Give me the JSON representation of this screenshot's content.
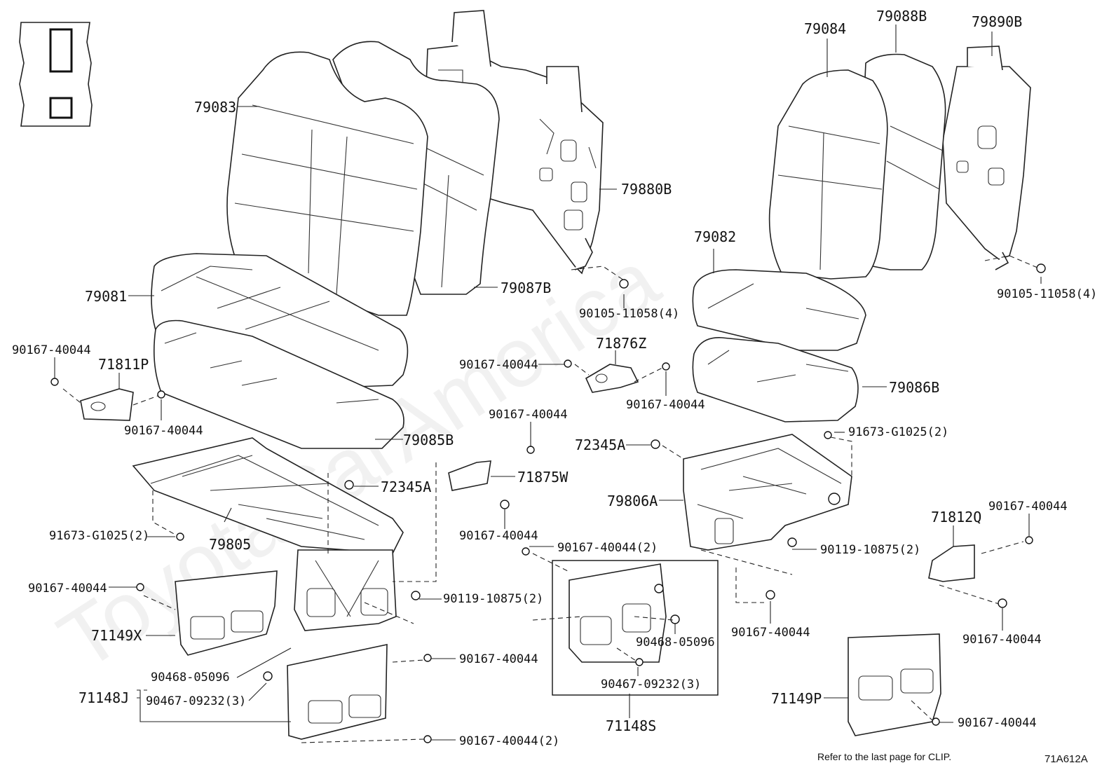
{
  "diagram_code": "71A612A",
  "footer_note": "Refer to the last page for CLIP.",
  "watermark": "ToyotaCarAmerica",
  "labels": {
    "p79083": "79083",
    "p79084": "79084",
    "p79088B": "79088B",
    "p79890B": "79890B",
    "p79880B": "79880B",
    "p79087B": "79087B",
    "p79082": "79082",
    "p79081": "79081",
    "p90105_l": "90105-11058(4)",
    "p90105_r": "90105-11058(4)",
    "p71876Z": "71876Z",
    "p90167_a": "90167-40044",
    "p90167_b": "90167-40044",
    "p90167_c": "90167-40044",
    "p90167_d": "90167-40044",
    "p90167_e": "90167-40044",
    "p90167_f": "90167-40044",
    "p90167_g": "90167-40044",
    "p90167_h": "90167-40044",
    "p90167_i": "90167-40044",
    "p90167_j": "90167-40044",
    "p90167_k": "90167-40044",
    "p90167_l": "90167-40044",
    "p90167_2a": "90167-40044(2)",
    "p90167_2b": "90167-40044(2)",
    "p71811P": "71811P",
    "p79086B": "79086B",
    "p79085B": "79085B",
    "p91673_l": "91673-G1025(2)",
    "p91673_r": "91673-G1025(2)",
    "p72345A_l": "72345A",
    "p72345A_r": "72345A",
    "p71875W": "71875W",
    "p79806A": "79806A",
    "p79805": "79805",
    "p71812Q": "71812Q",
    "p90119_r": "90119-10875(2)",
    "p90119_l": "90119-10875(2)",
    "p71149X": "71149X",
    "p90468_r": "90468-05096",
    "p90468_l": "90468-05096",
    "p90467_r": "90467-09232(3)",
    "p90467_l": "90467-09232(3)",
    "p71148J": "71148J",
    "p71148S": "71148S",
    "p71149P": "71149P"
  }
}
